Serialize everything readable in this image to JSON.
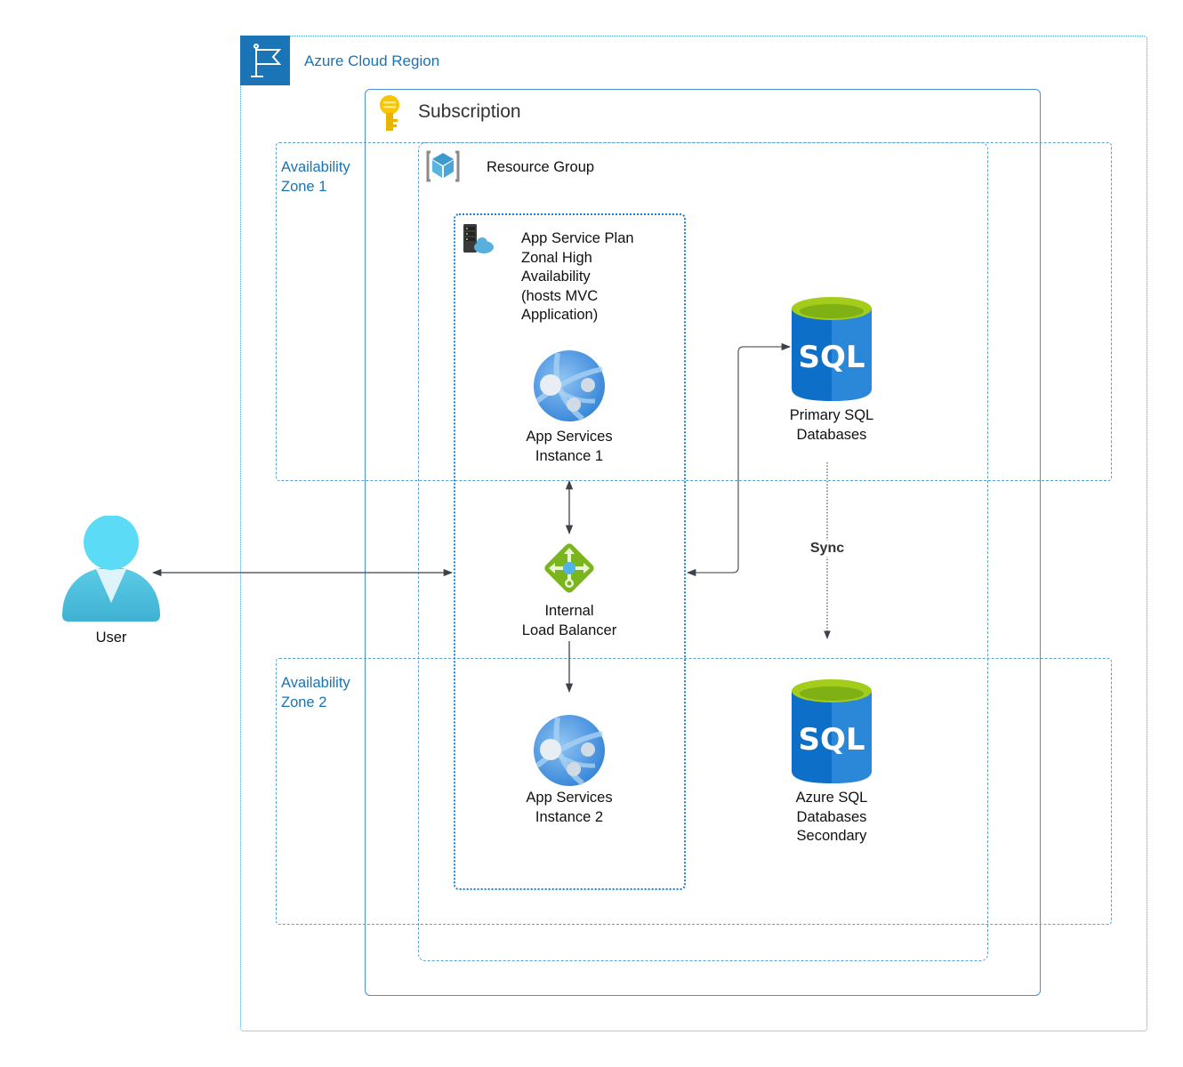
{
  "containers": {
    "region": {
      "label": "Azure Cloud Region",
      "icon": "flag-icon"
    },
    "subscription": {
      "label": "Subscription",
      "icon": "key-icon"
    },
    "zone1": {
      "label_line1": "Availability",
      "label_line2": "Zone 1"
    },
    "zone2": {
      "label_line1": "Availability",
      "label_line2": "Zone 2"
    },
    "resource_group": {
      "label": "Resource Group",
      "icon": "resource-group-cube-icon"
    },
    "app_service_plan": {
      "icon": "app-service-plan-icon",
      "lines": [
        "App Service Plan",
        "Zonal High",
        "Availability",
        "(hosts MVC",
        "Application)"
      ]
    }
  },
  "nodes": {
    "user": {
      "label": "User",
      "icon": "user-icon"
    },
    "app1": {
      "line1": "App Services",
      "line2": "Instance 1",
      "icon": "app-service-globe-icon"
    },
    "lb": {
      "line1": "Internal",
      "line2": "Load Balancer",
      "icon": "load-balancer-icon"
    },
    "app2": {
      "line1": "App Services",
      "line2": "Instance 2",
      "icon": "app-service-globe-icon"
    },
    "sql_primary": {
      "line1": "Primary SQL",
      "line2": "Databases",
      "icon": "sql-database-icon",
      "glyph": "SQL"
    },
    "sql_secondary": {
      "line1": "Azure SQL",
      "line2": "Databases",
      "line3": "Secondary",
      "icon": "sql-database-icon",
      "glyph": "SQL"
    }
  },
  "edges": {
    "sync_label": "Sync"
  },
  "colors": {
    "azure_blue": "#1a74b5",
    "container_border": "#4a90d9",
    "key_yellow": "#f7c600",
    "sql_blue": "#0d6fc7",
    "sql_top": "#a4cc1a",
    "lb_green": "#7ab51d",
    "arrow": "#3c414a"
  }
}
